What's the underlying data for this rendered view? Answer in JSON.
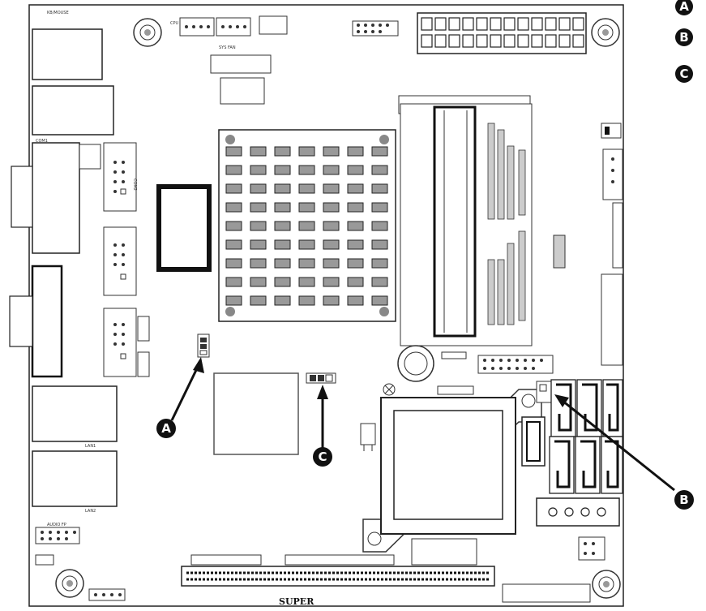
{
  "board_labels": {
    "kb_mouse": "KB/MOUSE",
    "sys_fan": "SYS FAN",
    "cpu_fan": "CPU",
    "com1": "COM1",
    "com2": "COM2",
    "lan1": "LAN1",
    "lan2": "LAN2",
    "audio_fp": "AUDIO FP",
    "brand": "SUPER"
  },
  "markers": {
    "A": "A",
    "B": "B",
    "C": "C"
  },
  "legend": [
    "A",
    "B",
    "C"
  ]
}
